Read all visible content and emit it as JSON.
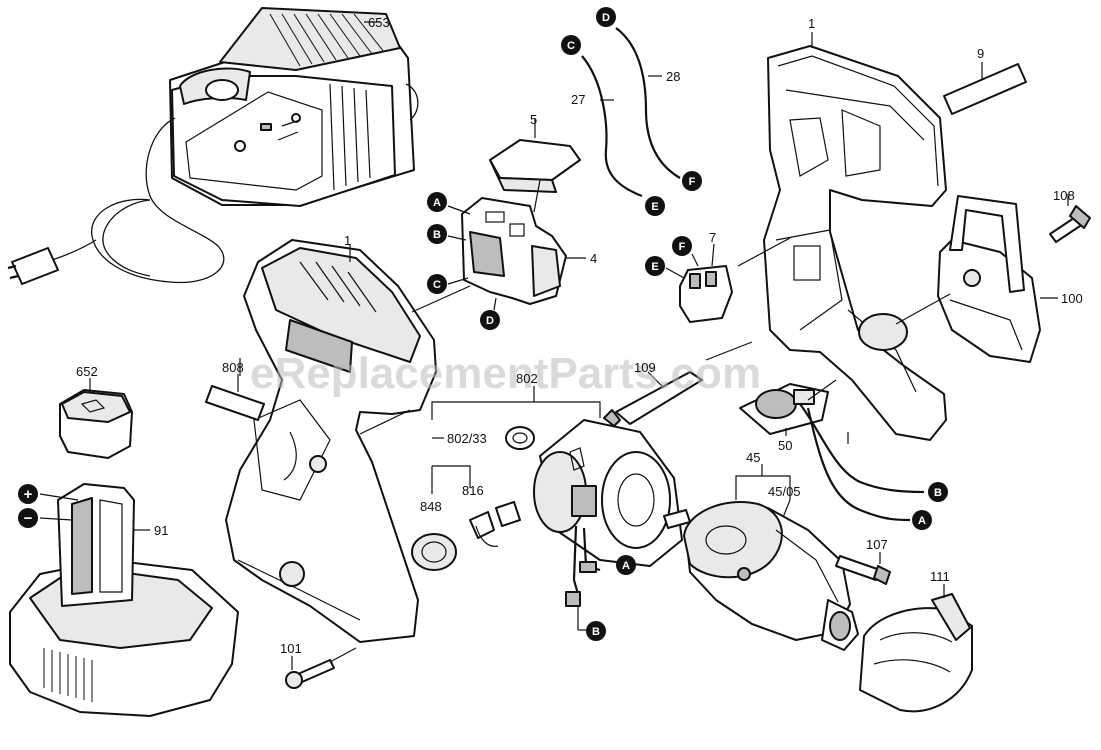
{
  "watermark": "eReplacementParts.com",
  "part_labels": {
    "p653": "653",
    "p1_housing_right": "1",
    "p9": "9",
    "p27": "27",
    "p28": "28",
    "p5": "5",
    "p108": "108",
    "p1_housing_left": "1",
    "p4": "4",
    "p7": "7",
    "p100": "100",
    "p652": "652",
    "p808": "808",
    "p802": "802",
    "p109": "109",
    "p802_33": "802/33",
    "p50": "50",
    "p45": "45",
    "p848": "848",
    "p816": "816",
    "p45_05": "45/05",
    "p91": "91",
    "p107": "107",
    "p111": "111",
    "p101": "101"
  },
  "connector_markers": {
    "c_top": "C",
    "d_top": "D",
    "a_switch": "A",
    "b_switch": "B",
    "c_switch": "C",
    "d_switch": "D",
    "e_wire": "E",
    "f_wire": "F",
    "f_connector": "F",
    "e_connector": "E",
    "b_wire_right": "B",
    "a_wire_right": "A",
    "a_motor": "A",
    "b_motor": "B"
  },
  "battery_terminals": {
    "plus": "+",
    "minus": "−"
  }
}
